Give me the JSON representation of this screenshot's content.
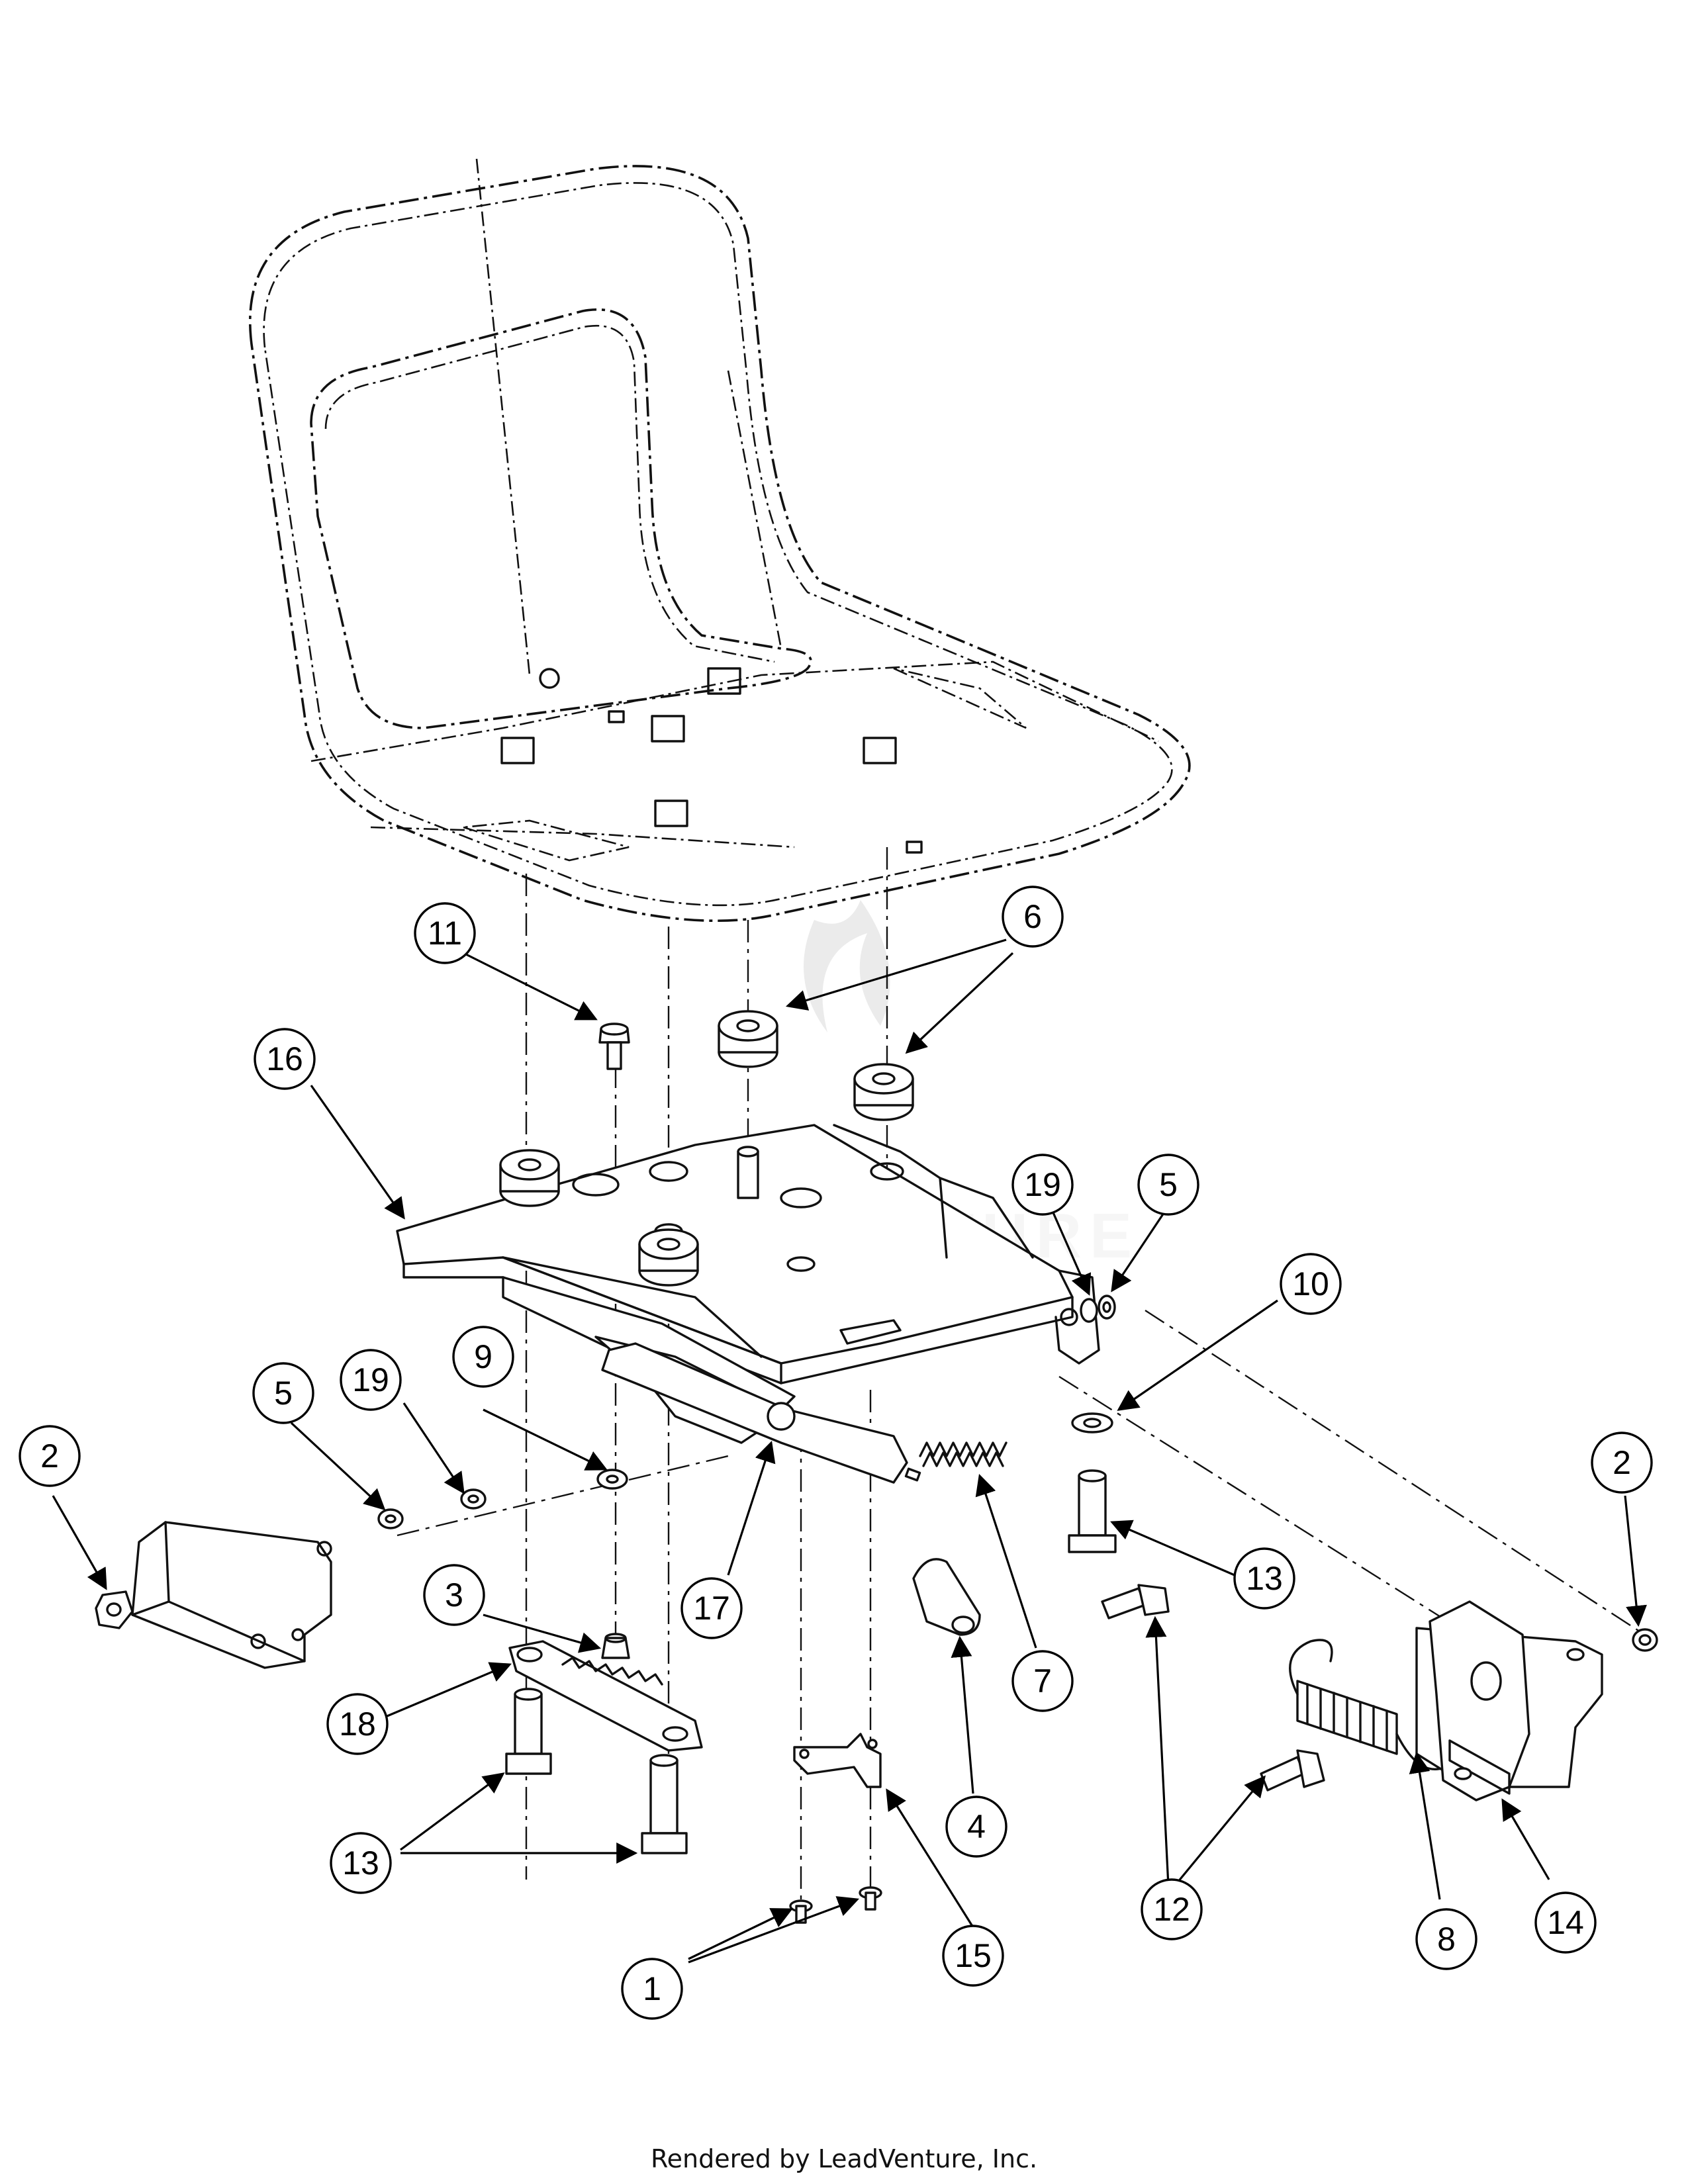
{
  "watermark": {
    "text": "LEADVENTURE"
  },
  "footer": {
    "text": "Rendered by LeadVenture, Inc."
  },
  "callouts": [
    "1",
    "2",
    "3",
    "4",
    "5",
    "6",
    "7",
    "8",
    "9",
    "10",
    "11",
    "12",
    "13",
    "14",
    "15",
    "16",
    "17",
    "18",
    "19"
  ]
}
